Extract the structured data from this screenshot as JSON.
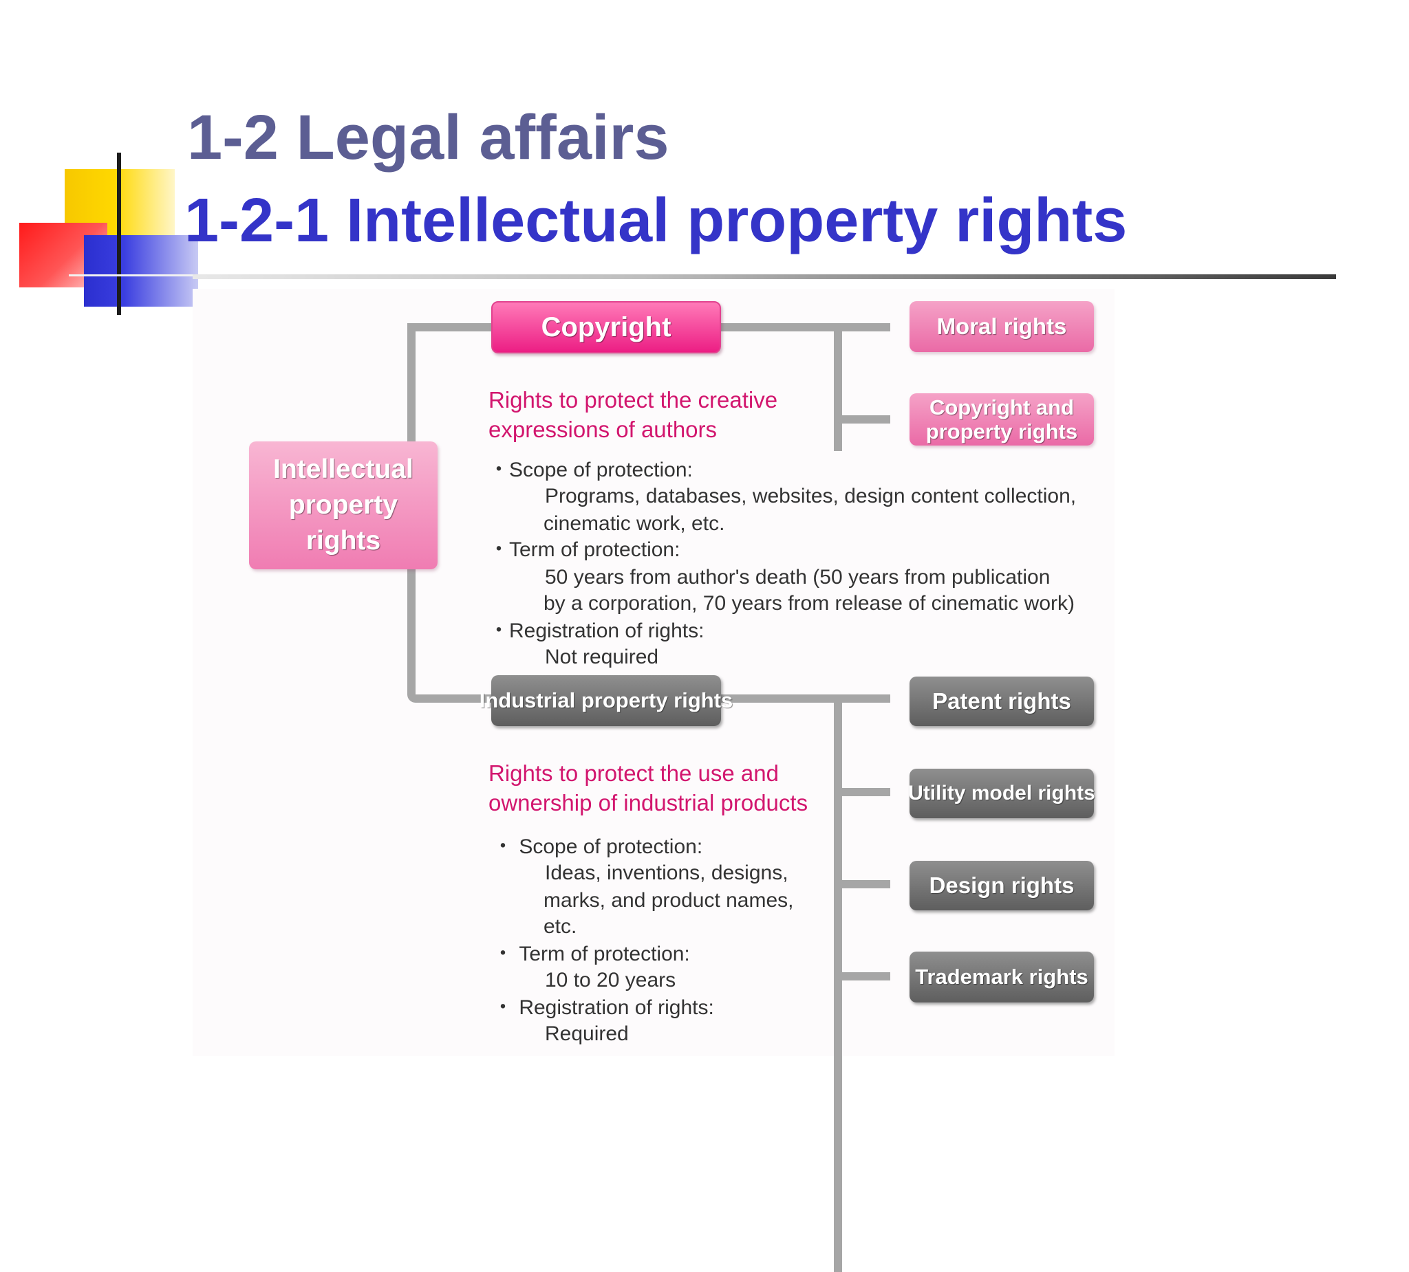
{
  "title": "1-2 Legal affairs",
  "subtitle": "1-2-1 Intellectual property rights",
  "colors": {
    "title": "#5c5e93",
    "subtitle": "#3434c8",
    "copyright_pink": "#ec1e84",
    "pink_text": "#d2166e",
    "gray_box": "#6e6e6e",
    "connector": "#a6a6a6"
  },
  "diagram": {
    "root": "Intellectual property rights",
    "copyright": {
      "label": "Copyright",
      "description": [
        "Rights to protect the creative",
        "expressions of authors"
      ],
      "scope_label": "・Scope of protection:",
      "scope_lines": [
        "Programs, databases, websites, design content collection,",
        "cinematic work, etc."
      ],
      "term_label": "・Term of protection:",
      "term_lines": [
        "50 years from author's death (50 years from publication",
        "by a corporation, 70 years from release of cinematic work)"
      ],
      "registration_label": "・Registration of rights:",
      "registration_value": "Not required",
      "children": [
        "Moral rights",
        "Copyright and property rights"
      ]
    },
    "industrial": {
      "label": "Industrial property rights",
      "description": [
        "Rights to protect the use and",
        "ownership of industrial products"
      ],
      "scope_label": "・ Scope of protection:",
      "scope_lines": [
        "Ideas, inventions, designs,",
        "marks, and product names,",
        "etc."
      ],
      "term_label": "・ Term of protection:",
      "term_value": "10 to 20 years",
      "registration_label": "・ Registration of rights:",
      "registration_value": "Required",
      "children": [
        "Patent rights",
        "Utility model rights",
        "Design rights",
        "Trademark rights"
      ]
    }
  }
}
